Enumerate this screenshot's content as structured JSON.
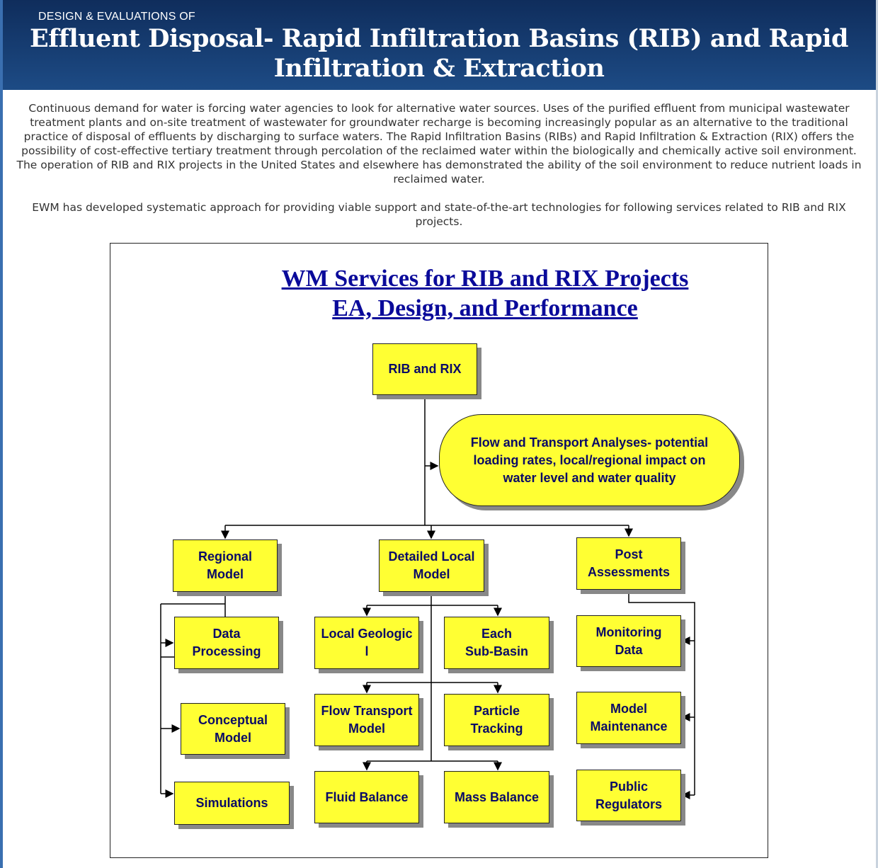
{
  "header": {
    "kicker": "DESIGN & EVALUATIONS OF",
    "title": "Effluent Disposal- Rapid Infiltration Basins (RIB) and Rapid Infiltration & Extraction"
  },
  "intro": {
    "p1": "Continuous demand for water is forcing water agencies to look for alternative water sources. Uses of the purified effluent from municipal wastewater treatment plants and on-site treatment of wastewater for groundwater recharge is becoming increasingly popular as an alternative to the traditional practice of disposal of effluents by discharging to surface waters. The Rapid Infiltration Basins (RIBs) and Rapid Infiltration & Extraction (RIX) offers the possibility of cost-effective tertiary treatment through percolation of the reclaimed water within the biologically and chemically active soil environment. The operation of RIB and RIX projects in the United States and elsewhere has demonstrated the ability of the soil environment to reduce nutrient loads in reclaimed water.",
    "p2": "EWM has developed systematic approach for providing viable support and state-of-the-art technologies for following services related to RIB and RIX projects."
  },
  "diagram": {
    "title1": "WM Services for RIB and RIX Projects",
    "title2": "EA, Design, and Performance",
    "root": "RIB and RIX",
    "flow": "Flow and Transport Analyses- potential\nloading rates, local/regional impact on\nwater level and water quality",
    "regional": "Regional\nModel",
    "detailed": "Detailed Local\nModel",
    "post": "Post\nAssessments",
    "data_processing": "Data\nProcessing",
    "conceptual": "Conceptual\nModel",
    "simulations": "Simulations",
    "local_geologic": "Local Geologic\nl",
    "sub_basin": "Each\nSub-Basin",
    "flow_transport": "Flow Transport\nModel",
    "particle": "Particle\nTracking",
    "fluid": "Fluid Balance",
    "mass": "Mass Balance",
    "monitoring": "Monitoring\nData",
    "maintenance": "Model\nMaintenance",
    "public": "Public\nRegulators"
  }
}
